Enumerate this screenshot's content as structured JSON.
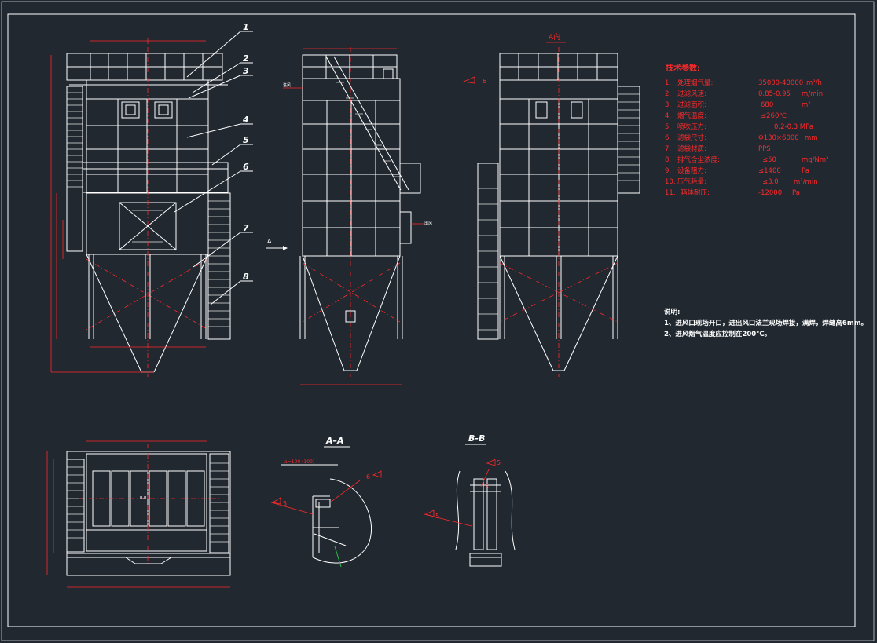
{
  "views": {
    "top_view_title": "A向",
    "section_aa_title": "A–A",
    "section_bb_title": "B-B",
    "arrow_label": "A",
    "inlet_label": "进风",
    "outlet_label": "出风",
    "center_label": "B-B"
  },
  "balloons": [
    "1",
    "2",
    "3",
    "4",
    "5",
    "6",
    "7",
    "8"
  ],
  "weld_symbols": {
    "w1": "6",
    "w2": "6",
    "w3": "5",
    "w4": "5",
    "w5": "5",
    "w6": "5",
    "w7": "a=100 (100)"
  },
  "spec": {
    "heading": "技术参数:",
    "rows": [
      {
        "num": "1.",
        "name": "处理烟气量:",
        "value": "35000-40000",
        "unit": "m³/h"
      },
      {
        "num": "2.",
        "name": "过滤风速:",
        "value": "0.85-0.95",
        "unit": "m/min"
      },
      {
        "num": "3.",
        "name": "过滤面积:",
        "value": "680",
        "unit": "m²"
      },
      {
        "num": "4.",
        "name": "烟气温度:",
        "value": "≤260℃",
        "unit": ""
      },
      {
        "num": "5.",
        "name": "喷吹压力:",
        "value": "0.2-0.3 MPa",
        "unit": ""
      },
      {
        "num": "6.",
        "name": "滤袋尺寸:",
        "value": "Φ130×6000",
        "unit": "mm"
      },
      {
        "num": "7.",
        "name": "滤袋材质:",
        "value": "PPS",
        "unit": ""
      },
      {
        "num": "8.",
        "name": "排气含尘浓度:",
        "value": "≤50",
        "unit": "mg/Nm³"
      },
      {
        "num": "9.",
        "name": "设备阻力:",
        "value": "≤1400",
        "unit": "Pa"
      },
      {
        "num": "10.",
        "name": "压气耗量:",
        "value": "≤3.0",
        "unit": "m³/min"
      },
      {
        "num": "11.",
        "name": "箱体耐压:",
        "value": "-12000",
        "unit": "Pa"
      }
    ]
  },
  "notes": {
    "heading": "说明:",
    "lines": [
      "1、进风口现场开口，进出风口法兰现场焊接，满焊，焊缝高6mm。",
      "2、进风烟气温度应控制在200°C。"
    ]
  }
}
